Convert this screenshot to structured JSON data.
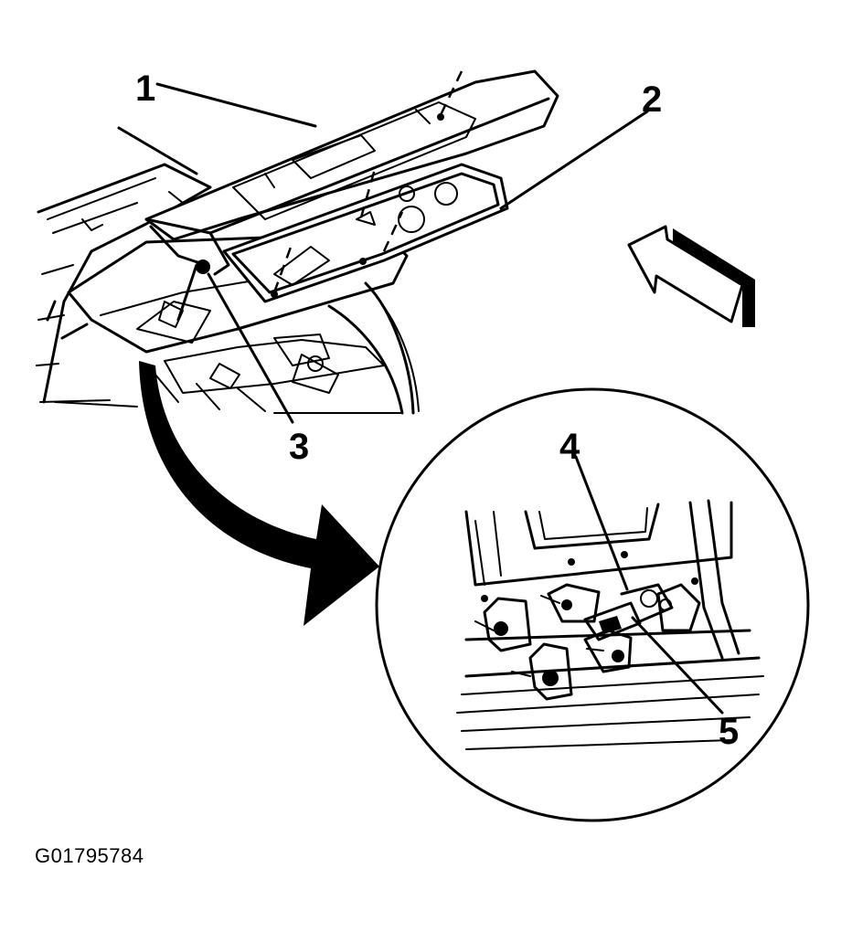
{
  "figure_id": "G01795784",
  "callouts": {
    "c1": "1",
    "c2": "2",
    "c3": "3",
    "c4": "4",
    "c5": "5"
  }
}
